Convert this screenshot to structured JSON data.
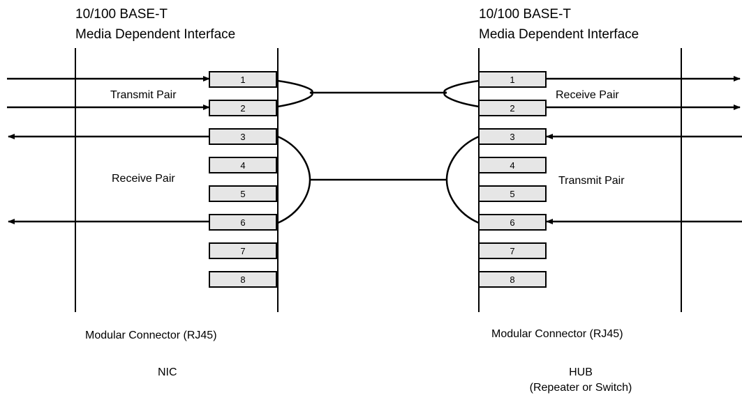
{
  "nic": {
    "title_line1": "10/100 BASE-T",
    "title_line2": "Media Dependent Interface",
    "transmit_pair_label": "Transmit Pair",
    "receive_pair_label": "Receive Pair",
    "connector_label": "Modular Connector (RJ45)",
    "device_label": "NIC"
  },
  "hub": {
    "title_line1": "10/100 BASE-T",
    "title_line2": "Media Dependent Interface",
    "receive_pair_label": "Receive Pair",
    "transmit_pair_label": "Transmit Pair",
    "connector_label": "Modular Connector (RJ45)",
    "device_label_line1": "HUB",
    "device_label_line2": "(Repeater or Switch)"
  },
  "pins": [
    "1",
    "2",
    "3",
    "4",
    "5",
    "6",
    "7",
    "8"
  ]
}
